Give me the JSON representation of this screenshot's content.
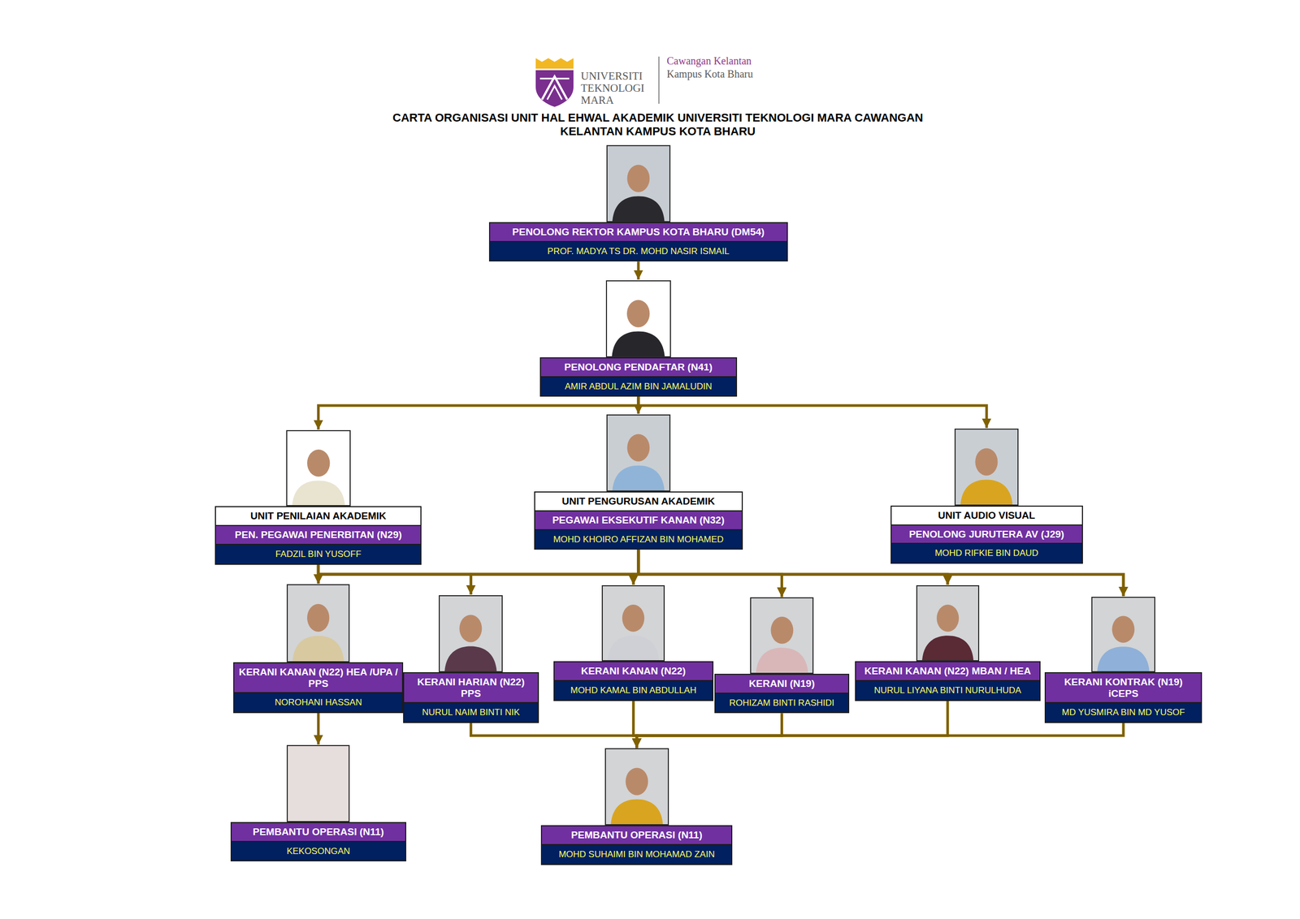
{
  "diagram": {
    "title": "CARTA ORGANISASI UNIT HAL EHWAL AKADEMIK UNIVERSITI TEKNOLOGI MARA CAWANGAN KELANTAN KAMPUS KOTA BHARU",
    "nodes": [
      {
        "text": [
          "PENOLONG REKTOR KAMPUS KOTA BHARU (DM54)",
          "PROF. MADYA TS DR. MOHD NASIR ISMAIL"
        ]
      },
      {
        "text": [
          "PENOLONG PENDAFTAR (N41)",
          "AMIR ABDUL AZIM BIN JAMALUDIN"
        ]
      },
      {
        "text": [
          "UNIT PENILAIAN AKADEMIK",
          "PEN. PEGAWAI PENERBITAN (N29)",
          "FADZIL BIN YUSOFF"
        ]
      },
      {
        "text": [
          "UNIT PENGURUSAN AKADEMIK",
          "PEGAWAI EKSEKUTIF KANAN (N32)",
          "MOHD KHOIRO AFFIZAN BIN MOHAMED"
        ]
      },
      {
        "text": [
          "UNIT AUDIO VISUAL",
          "PENOLONG JURUTERA AV (J29)",
          "MOHD RIFKIE BIN DAUD"
        ]
      },
      {
        "text": [
          "KERANI KANAN (N22) HEA /UPA / PPS",
          "NOROHANI HASSAN"
        ]
      },
      {
        "text": [
          "KERANI HARIAN (N22) PPS",
          "NURUL NAIM BINTI NIK"
        ]
      },
      {
        "text": [
          "KERANI KANAN (N22)",
          "MOHD KAMAL BIN ABDULLAH"
        ]
      },
      {
        "text": [
          "KERANI (N19)",
          "ROHIZAM BINTI RASHIDI"
        ]
      },
      {
        "text": [
          "KERANI KANAN (N22) MBAN / HEA",
          "NURUL LIYANA BINTI NURULHUDA"
        ]
      },
      {
        "text": [
          "KERANI KONTRAK (N19) iCEPS",
          "MD YUSMIRA BIN MD YUSOF"
        ]
      },
      {
        "text": [
          "PEMBANTU OPERASI (N11)",
          "KEKOSONGAN"
        ]
      },
      {
        "text": [
          "PEMBANTU OPERASI (N11)",
          "MOHD SUHAIMI BIN MOHAMAD ZAIN"
        ]
      }
    ],
    "edges": [
      {
        "from": 0,
        "to": 1,
        "arrow": "to"
      },
      {
        "from": 1,
        "to": 2,
        "arrow": "to"
      },
      {
        "from": 1,
        "to": 3,
        "arrow": "to"
      },
      {
        "from": 1,
        "to": 4,
        "arrow": "to"
      },
      {
        "from": 2,
        "to": 5,
        "arrow": "to"
      },
      {
        "from": 2,
        "to": 6,
        "arrow": "to"
      },
      {
        "from": 2,
        "to": 7,
        "arrow": "to"
      },
      {
        "from": 2,
        "to": 8,
        "arrow": "to"
      },
      {
        "from": 2,
        "to": 9,
        "arrow": "to"
      },
      {
        "from": 2,
        "to": 10,
        "arrow": "to"
      },
      {
        "from": 3,
        "to": 5,
        "arrow": "to"
      },
      {
        "from": 3,
        "to": 6,
        "arrow": "to"
      },
      {
        "from": 3,
        "to": 7,
        "arrow": "to"
      },
      {
        "from": 3,
        "to": 8,
        "arrow": "to"
      },
      {
        "from": 3,
        "to": 9,
        "arrow": "to"
      },
      {
        "from": 3,
        "to": 10,
        "arrow": "to"
      },
      {
        "from": 5,
        "to": 11,
        "arrow": "to"
      },
      {
        "from": 6,
        "to": 12,
        "arrow": "to"
      },
      {
        "from": 7,
        "to": 12,
        "arrow": "to"
      },
      {
        "from": 8,
        "to": 12,
        "arrow": "to"
      },
      {
        "from": 9,
        "to": 12,
        "arrow": "to"
      },
      {
        "from": 10,
        "to": 12,
        "arrow": "to"
      }
    ],
    "labels": [
      "UNIVERSITI",
      "TEKNOLOGI",
      "MARA",
      "Cawangan Kelantan",
      "Kampus Kota Bharu"
    ]
  }
}
